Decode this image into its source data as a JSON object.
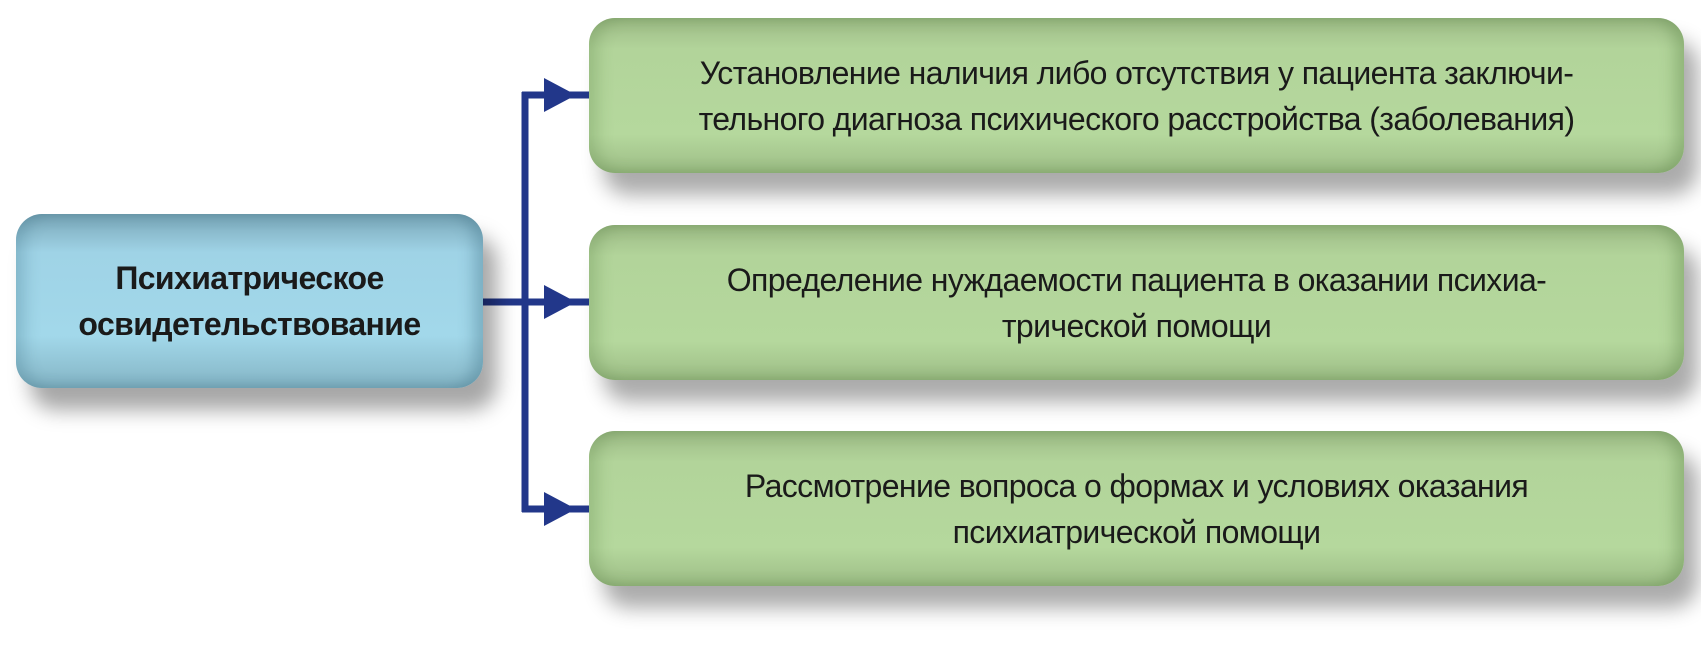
{
  "root": {
    "lines": [
      "Психиатрическое",
      "освидетельствование"
    ]
  },
  "branches": [
    {
      "lines": [
        "Установление наличия либо отсутствия у пациента заключи-",
        "тельного диагноза психического расстройства (заболевания)"
      ]
    },
    {
      "lines": [
        "Определение нуждаемости пациента в оказании психиа-",
        "трической помощи"
      ]
    },
    {
      "lines": [
        "Рассмотрение вопроса о формах и условиях оказания",
        "психиатрической помощи"
      ]
    }
  ],
  "colors": {
    "connector": "#22378a",
    "root_fill": "#a2d8ea",
    "branch_fill": "#b5d89d"
  }
}
